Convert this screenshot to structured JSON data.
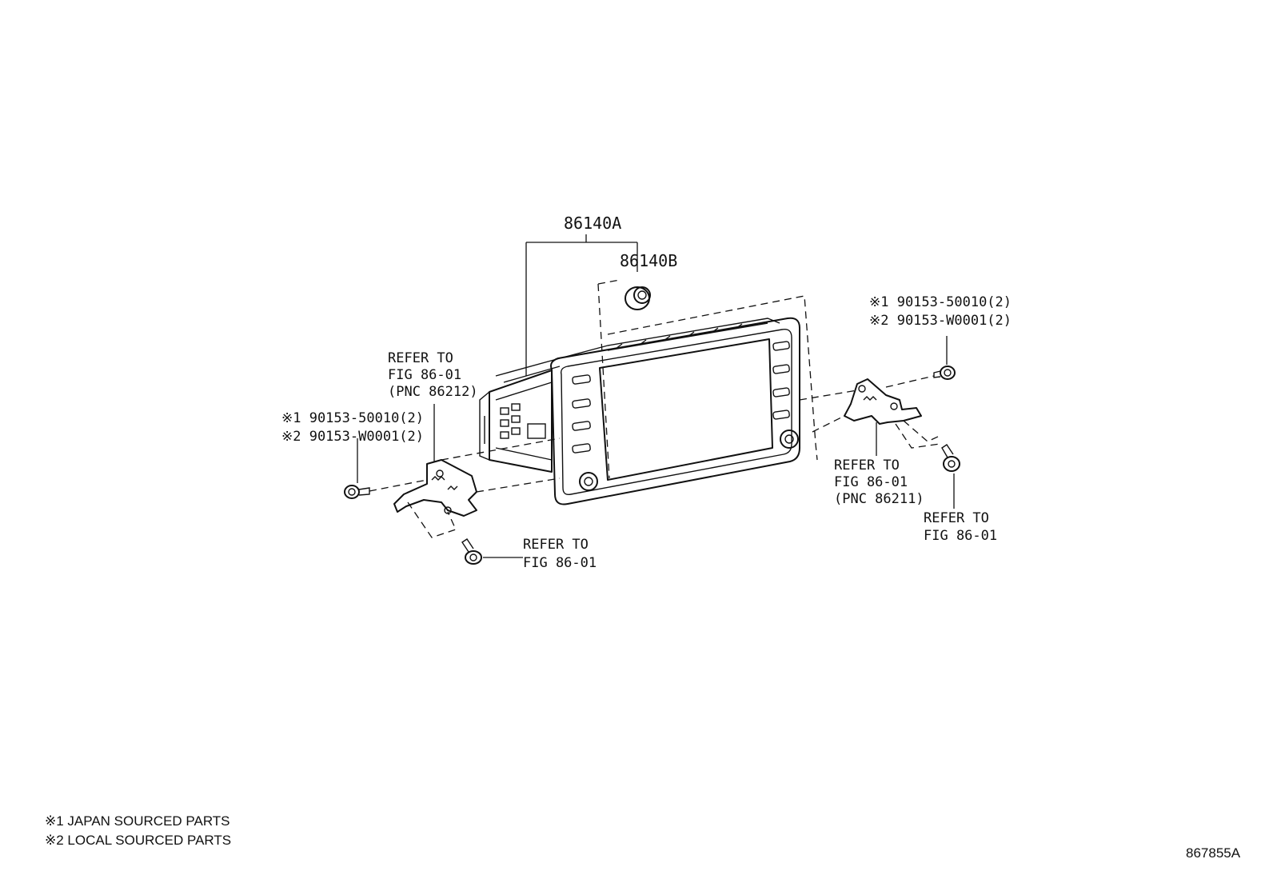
{
  "callouts": {
    "head_unit": "86140A",
    "knob": "86140B",
    "right_top_line1": "※1 90153-50010(2)",
    "right_top_line2": "※2 90153-W0001(2)",
    "left_mid_line1": "※1 90153-50010(2)",
    "left_mid_line2": "※2 90153-W0001(2)"
  },
  "refers": {
    "left_bracket": [
      "REFER TO",
      "FIG 86-01",
      "(PNC 86212)"
    ],
    "left_screw": [
      "REFER TO",
      "FIG 86-01"
    ],
    "right_bracket": [
      "REFER TO",
      "FIG 86-01",
      "(PNC 86211)"
    ],
    "right_screw": [
      "REFER TO",
      "FIG 86-01"
    ]
  },
  "legend": {
    "note1": "※1 JAPAN SOURCED PARTS",
    "note2": "※2 LOCAL SOURCED PARTS"
  },
  "figure_id": "867855A"
}
